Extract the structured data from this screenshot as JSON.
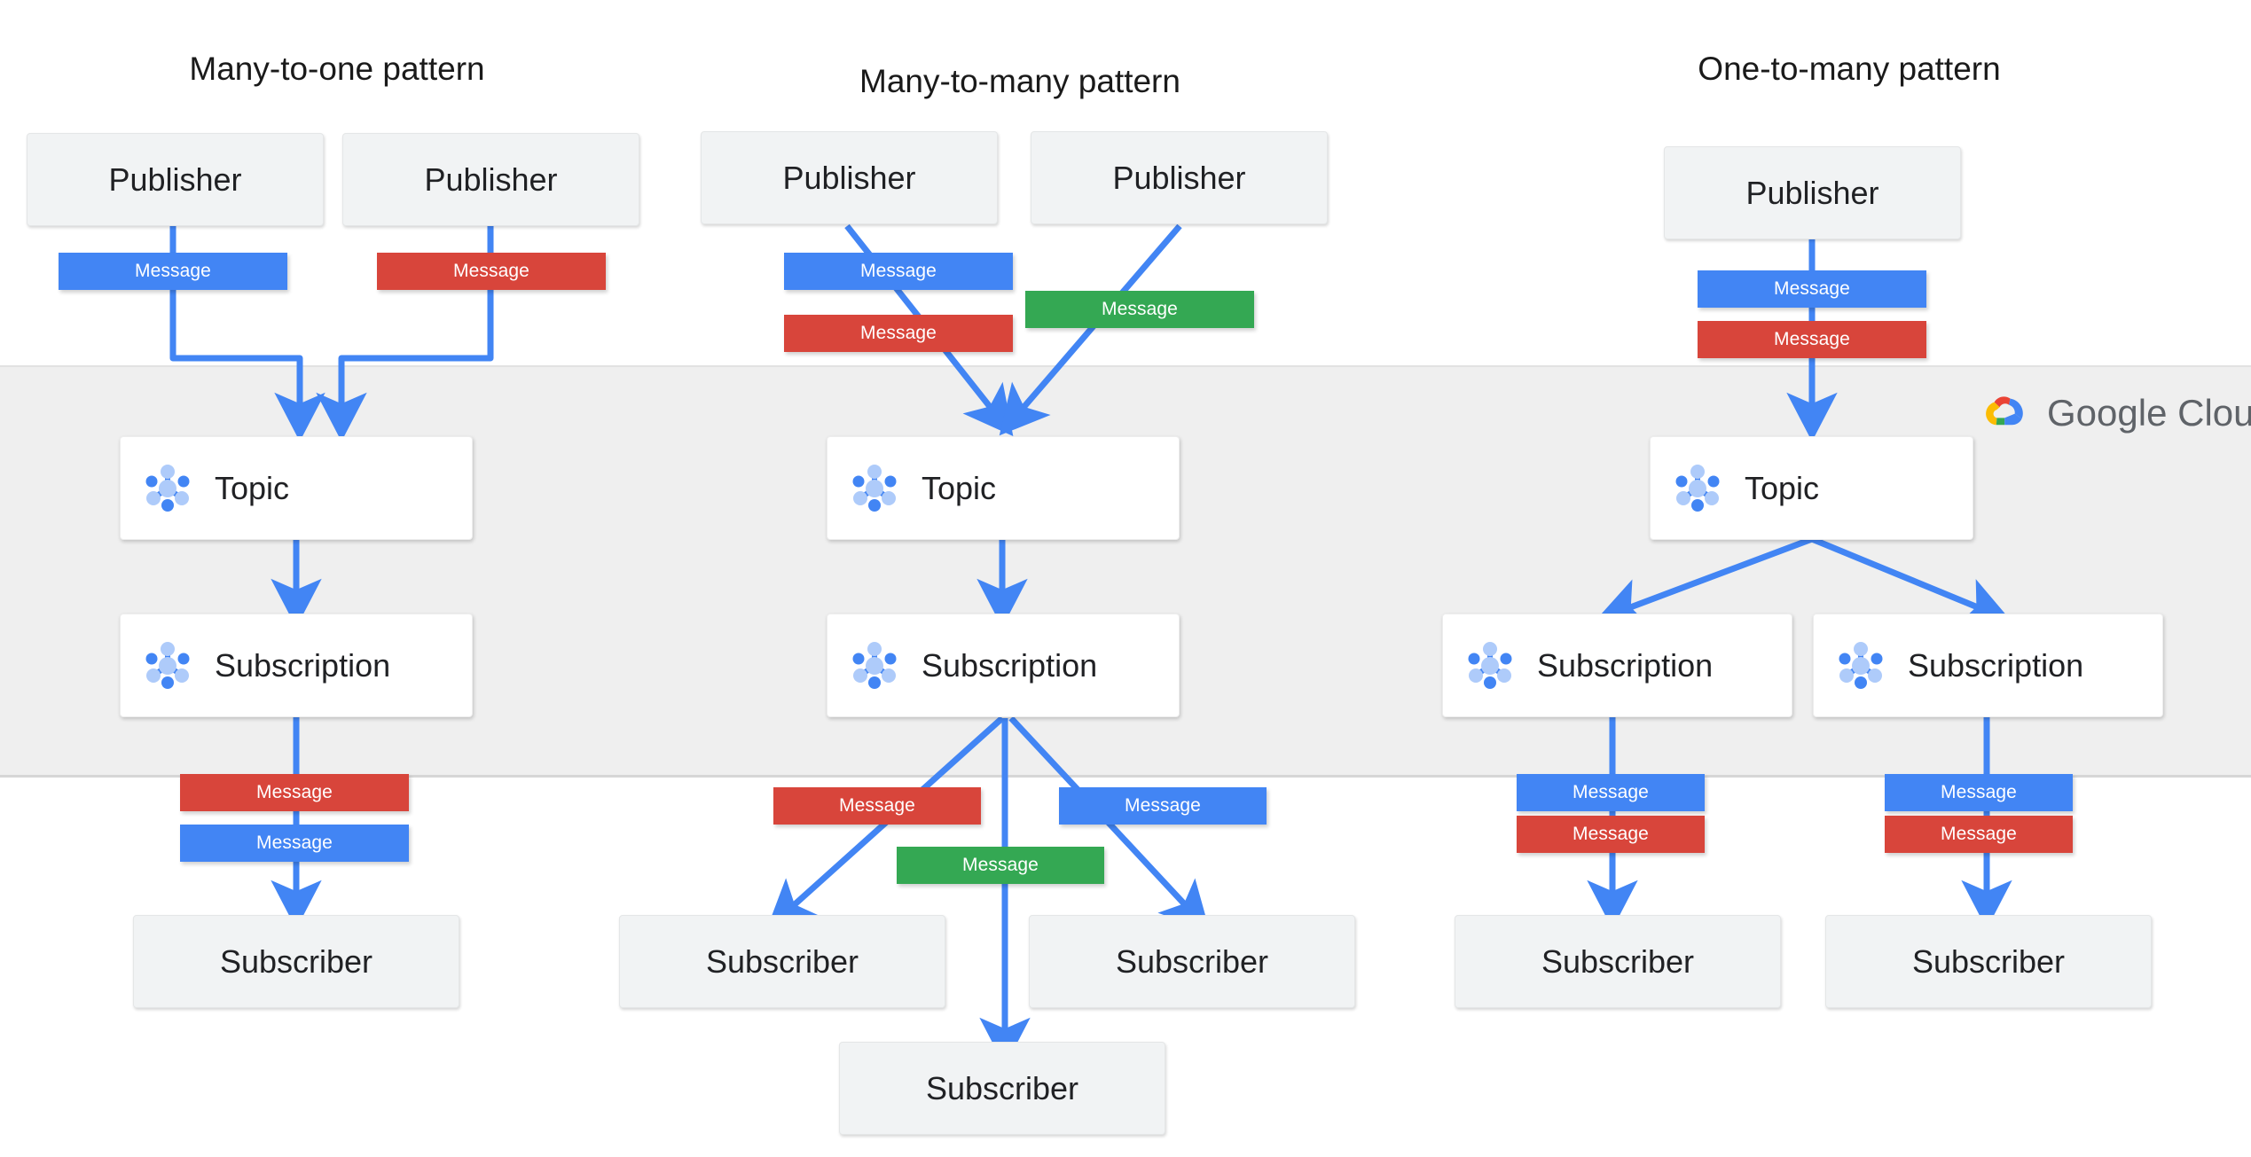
{
  "brand": {
    "logo_name": "google-cloud-logo",
    "word_google": "Google",
    "word_cloud": "Cloud",
    "colors": {
      "blue": "#4285F4",
      "red": "#D8453B",
      "green": "#34A853",
      "yellow": "#FBBC04",
      "arrow": "#4285F4",
      "band": "#EFEFEF",
      "node_gray": "#F1F3F4",
      "node_white": "#FFFFFF",
      "icon_light": "#AECBFA",
      "icon_mid": "#4285F4",
      "text": "#202124",
      "wordmark": "#5F6368"
    }
  },
  "labels": {
    "publisher": "Publisher",
    "subscriber": "Subscriber",
    "topic": "Topic",
    "subscription": "Subscription",
    "message": "Message"
  },
  "patterns": [
    {
      "id": "many-to-one",
      "title": "Many-to-one pattern",
      "publishers": [
        "Publisher",
        "Publisher"
      ],
      "publish_messages": [
        "Message",
        "Message"
      ],
      "publish_message_colors": [
        "#4285F4",
        "#D8453B"
      ],
      "topics": [
        "Topic"
      ],
      "subscriptions": [
        "Subscription"
      ],
      "deliver_messages": [
        "Message",
        "Message"
      ],
      "deliver_message_colors": [
        "#D8453B",
        "#4285F4"
      ],
      "subscribers": [
        "Subscriber"
      ]
    },
    {
      "id": "many-to-many",
      "title": "Many-to-many  pattern",
      "publishers": [
        "Publisher",
        "Publisher"
      ],
      "publish_messages": [
        "Message",
        "Message",
        "Message"
      ],
      "publish_message_colors": [
        "#4285F4",
        "#D8453B",
        "#34A853"
      ],
      "topics": [
        "Topic"
      ],
      "subscriptions": [
        "Subscription"
      ],
      "deliver_messages": [
        "Message",
        "Message",
        "Message"
      ],
      "deliver_message_colors": [
        "#D8453B",
        "#4285F4",
        "#34A853"
      ],
      "subscribers": [
        "Subscriber",
        "Subscriber",
        "Subscriber"
      ]
    },
    {
      "id": "one-to-many",
      "title": "One-to-many pattern",
      "publishers": [
        "Publisher"
      ],
      "publish_messages": [
        "Message",
        "Message"
      ],
      "publish_message_colors": [
        "#4285F4",
        "#D8453B"
      ],
      "topics": [
        "Topic"
      ],
      "subscriptions": [
        "Subscription",
        "Subscription"
      ],
      "deliver_messages": [
        "Message",
        "Message",
        "Message",
        "Message"
      ],
      "deliver_message_colors": [
        "#4285F4",
        "#D8453B",
        "#4285F4",
        "#D8453B"
      ],
      "subscribers": [
        "Subscriber",
        "Subscriber"
      ]
    }
  ]
}
